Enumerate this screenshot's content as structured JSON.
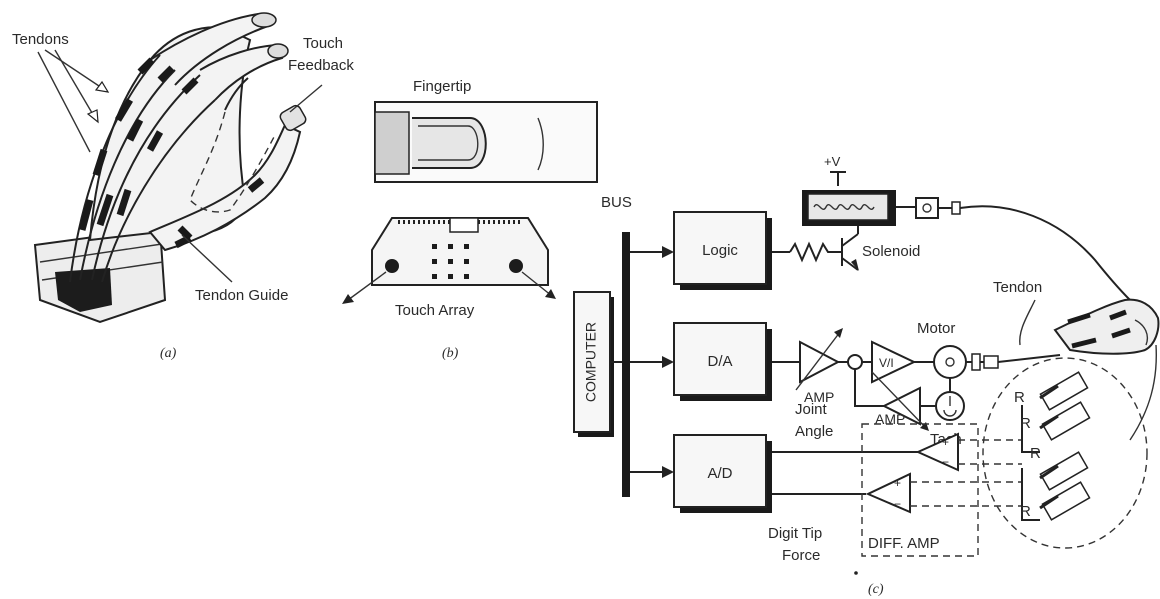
{
  "panel_a": {
    "labels": {
      "tendons": "Tendons",
      "touch_feedback_1": "Touch",
      "touch_feedback_2": "Feedback",
      "tendon_guide": "Tendon Guide"
    },
    "caption": "(a)"
  },
  "panel_b": {
    "labels": {
      "fingertip": "Fingertip",
      "touch_array": "Touch Array"
    },
    "caption": "(b)"
  },
  "panel_c": {
    "bus_label": "BUS",
    "computer_label": "COMPUTER",
    "blocks": {
      "logic": "Logic",
      "da": "D/A",
      "ad": "A/D"
    },
    "labels": {
      "plus_v": "+V",
      "solenoid": "Solenoid",
      "motor": "Motor",
      "tendon": "Tendon",
      "amp_1": "AMP",
      "amp_2": "AMP",
      "vi": "V/I",
      "tach": "Tach",
      "joint_angle_1": "Joint",
      "joint_angle_2": "Angle",
      "digit_tip_1": "Digit Tip",
      "digit_tip_2": "Force",
      "diff_amp": "DIFF. AMP",
      "r1": "R",
      "r2": "R",
      "r3": "R",
      "r4": "R",
      "plus_1": "+",
      "plus_2": "+",
      "minus_1": "−",
      "minus_2": "−"
    },
    "caption": "(c)"
  }
}
